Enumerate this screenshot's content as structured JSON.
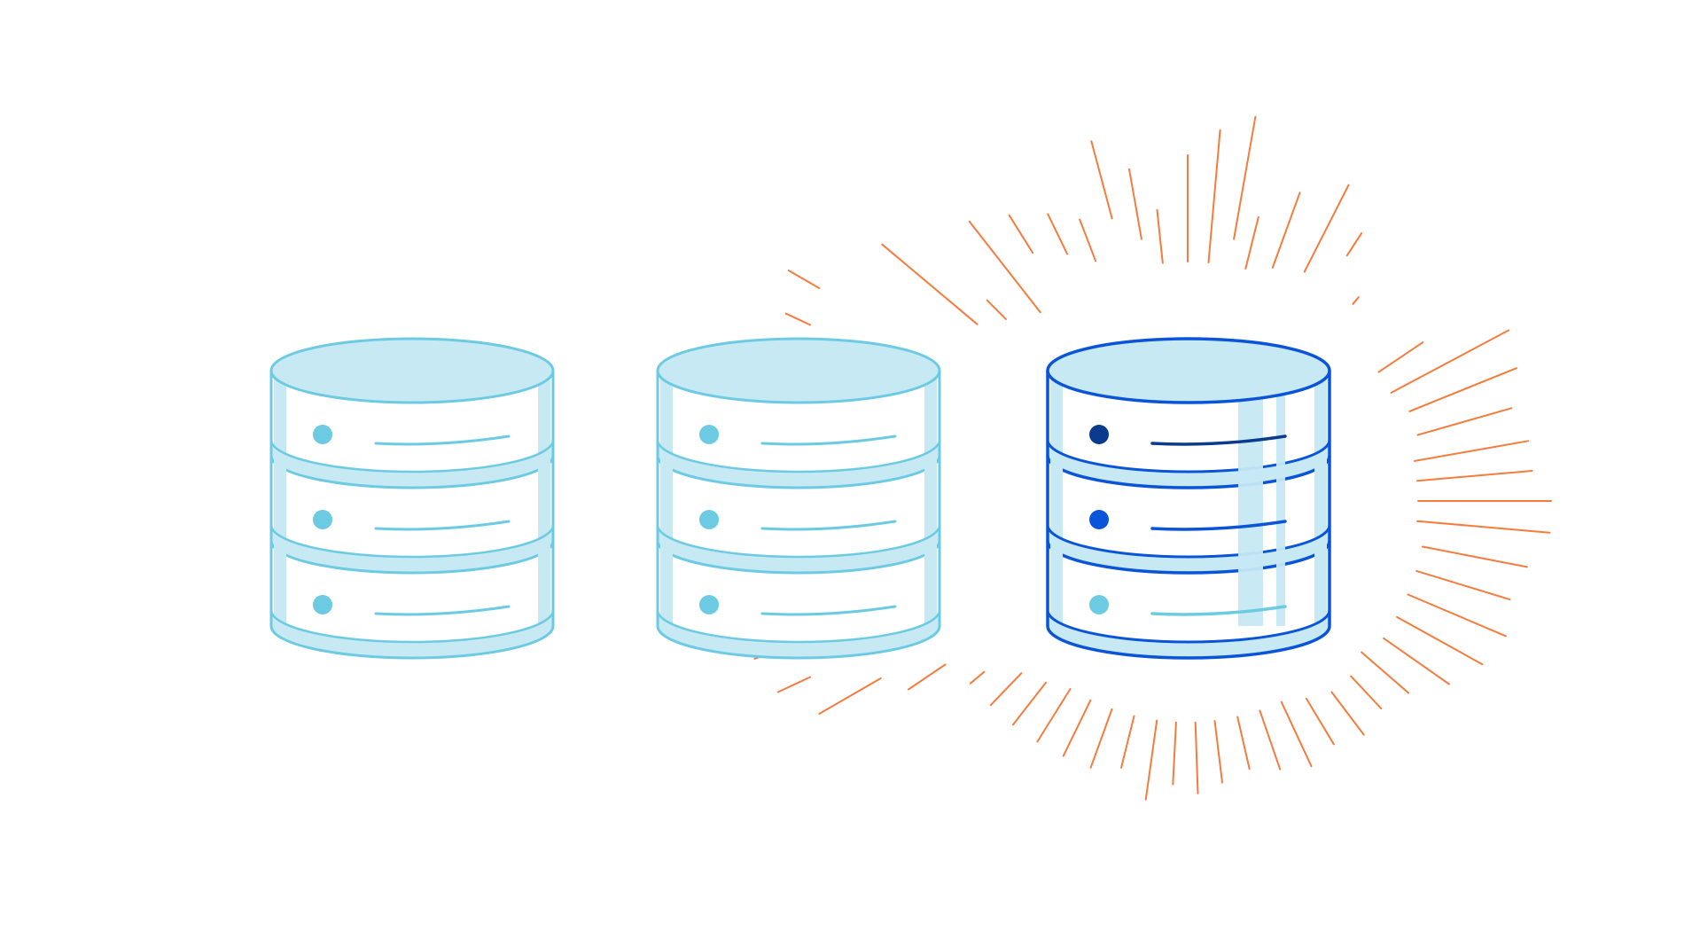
{
  "illustration": {
    "databases": [
      {
        "state": "idle",
        "icon": "database-icon"
      },
      {
        "state": "idle",
        "icon": "database-icon"
      },
      {
        "state": "active",
        "icon": "database-icon"
      }
    ],
    "highlight": {
      "icon": "burst-rays-icon"
    }
  },
  "colors": {
    "background": "#ffffff",
    "idle_stroke": "#6ccbe3",
    "idle_fill": "#c6e9f4",
    "idle_dot": "#6ccbe3",
    "active_stroke": "#0a54d9",
    "active_fill": "#c6e9f4",
    "active_dot_top": "#0a3b8c",
    "active_dot_mid": "#0a54d9",
    "active_dot_bottom": "#6ccbe3",
    "active_line_top": "#0a3b8c",
    "active_line_mid": "#0a54d9",
    "active_line_bottom": "#6ccbe3",
    "rays": "#f57c3c"
  }
}
